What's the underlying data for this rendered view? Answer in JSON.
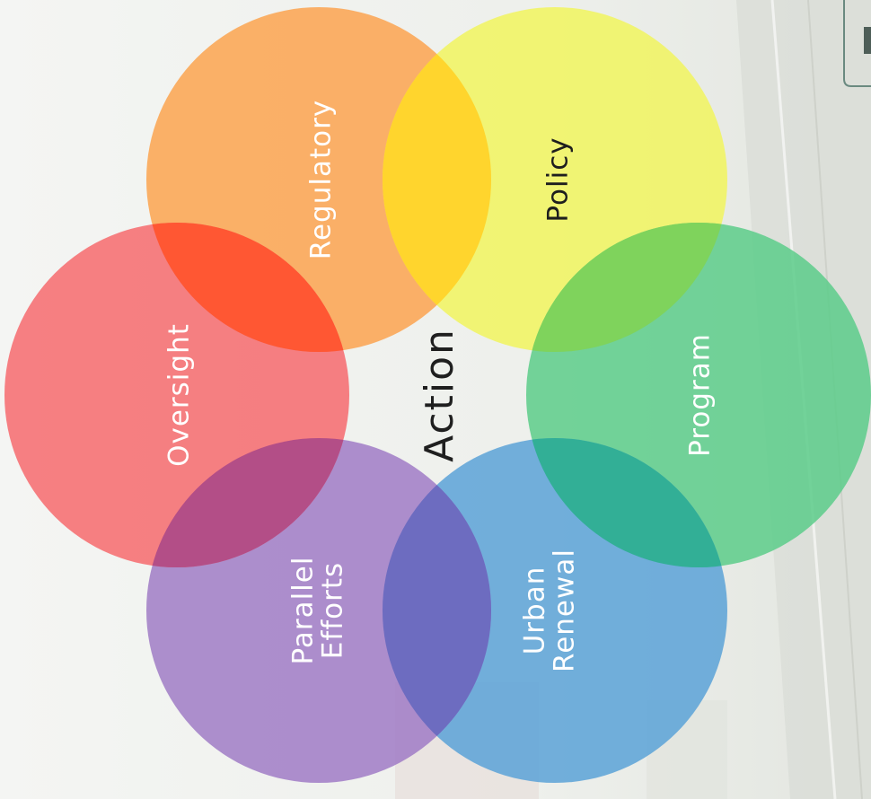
{
  "diagram": {
    "center_label": "Action",
    "petals": [
      {
        "key": "regulatory",
        "lines": [
          "Regulatory"
        ],
        "color": "#fba34f",
        "text_color": "light"
      },
      {
        "key": "policy",
        "lines": [
          "Policy"
        ],
        "color": "#f1f55e",
        "text_color": "dark"
      },
      {
        "key": "program",
        "lines": [
          "Program"
        ],
        "color": "#5ccc8a",
        "text_color": "light"
      },
      {
        "key": "urban-renewal",
        "lines": [
          "Urban",
          "Renewal"
        ],
        "color": "#5aa2d7",
        "text_color": "light"
      },
      {
        "key": "parallel-efforts",
        "lines": [
          "Parallel",
          "Efforts"
        ],
        "color": "#a07bc6",
        "text_color": "light"
      },
      {
        "key": "oversight",
        "lines": [
          "Oversight"
        ],
        "color": "#f66a6d",
        "text_color": "light"
      }
    ]
  }
}
